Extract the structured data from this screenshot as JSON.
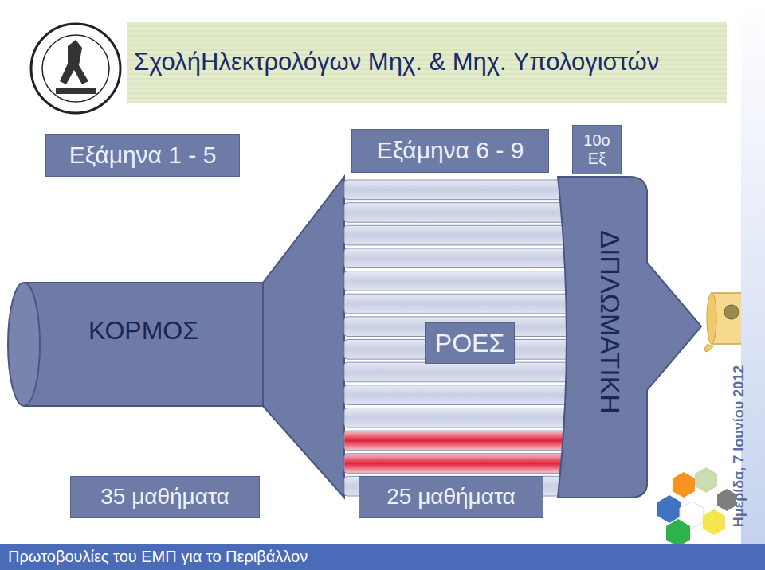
{
  "diagram": {
    "title": "ΣχολήΗλεκτρολόγων Μηχ. & Μηχ. Υπολογιστών",
    "nodes": [
      {
        "text": [
          "Εξάμηνα 1 - 5"
        ]
      },
      {
        "text": [
          "Εξάμηνα 6 - 9"
        ]
      },
      {
        "text": [
          "10ο Εξ"
        ]
      },
      {
        "text": [
          "ΚΟΡΜΟΣ"
        ]
      },
      {
        "text": [
          "ΡΟΕΣ"
        ]
      },
      {
        "text": [
          "ΔΙΠΛΩΜΑΤΙΚΗ"
        ]
      },
      {
        "text": [
          "35 μαθήματα"
        ]
      },
      {
        "text": [
          "25 μαθήματα"
        ]
      }
    ],
    "labels": [
      "Ημερίδα, 7 Ιουνίου 2012",
      "Πρωτοβουλίες του ΕΜΠ για το Περιβάλλον"
    ]
  }
}
